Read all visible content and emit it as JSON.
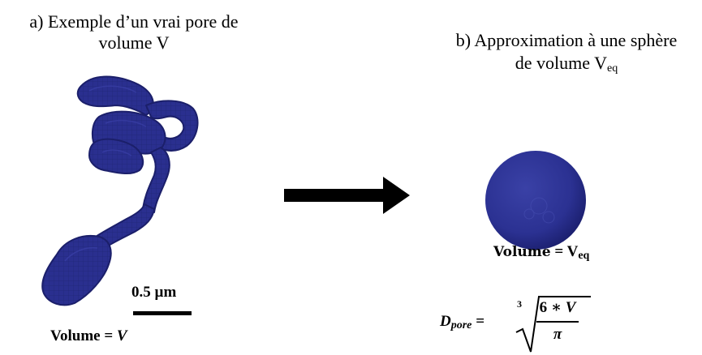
{
  "panel_a": {
    "title_line1": "a) Exemple d’un vrai pore de",
    "title_line2": "volume V",
    "scale_label": "0.5 µm",
    "volume_label": "Volume = ",
    "volume_var": "V"
  },
  "panel_b": {
    "title_line1": "b) Approximation à une sphère",
    "title_line2_prefix": "de volume V",
    "title_line2_sub": "eq",
    "volume_word": "Volume",
    "volume_eq": " = V",
    "volume_sub": "eq"
  },
  "formula": {
    "lhs": "D",
    "lhs_sub": "pore",
    "equals": " =",
    "root_index": "3",
    "numerator_prefix": "6 ∗ ",
    "numerator_var": "V",
    "denominator": "π"
  },
  "colors": {
    "pore_fill": "#2a2f8f",
    "pore_shadow": "#1b1f6a",
    "sphere_fill": "#2b3192",
    "arrow": "#000000"
  }
}
